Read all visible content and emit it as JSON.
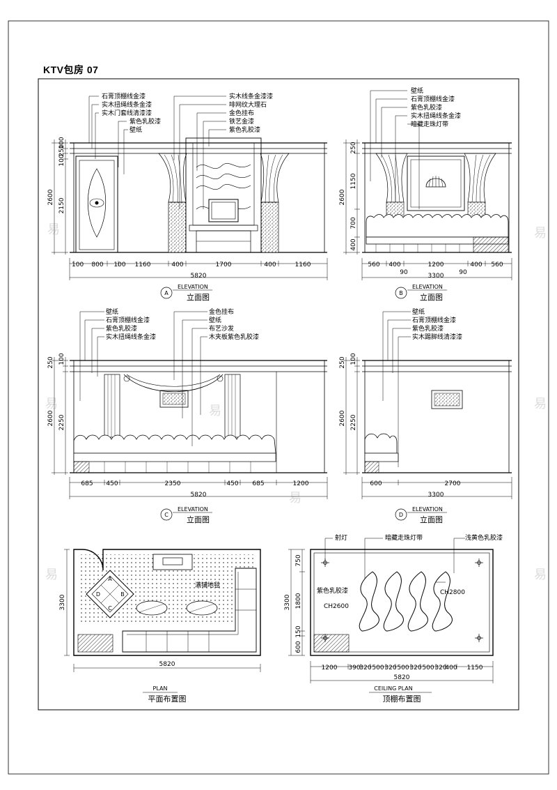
{
  "sheet_title": "KTV包房   07",
  "watermark": "易",
  "elevation_a": {
    "labels": [
      "石膏顶棚线金漆",
      "实木扭绳线条金漆",
      "实木门套线清漆漆",
      "紫色乳胶漆",
      "壁纸",
      "实木线条金漆漆",
      "啡网纹大理石",
      "金色挂布",
      "铁艺金漆",
      "紫色乳胶漆"
    ],
    "v_dims": [
      "100",
      "250",
      "100",
      "2600",
      "2150"
    ],
    "h_dims": [
      "100",
      "800",
      "100",
      "1160",
      "400",
      "1700",
      "400",
      "1160"
    ],
    "total": "5820",
    "marker": "A",
    "caption_en": "ELEVATION",
    "caption_cn": "立面图"
  },
  "elevation_b": {
    "labels": [
      "壁纸",
      "石膏顶棚线金漆",
      "紫色乳胶漆",
      "实木扭绳线条金漆",
      "暗藏走珠灯带"
    ],
    "v_dims": [
      "250",
      "1150",
      "2600",
      "700",
      "400"
    ],
    "h_dims": [
      "560",
      "400",
      "1200",
      "400",
      "560"
    ],
    "sub_dims": [
      "90",
      "90"
    ],
    "total": "3300",
    "marker": "B",
    "caption_en": "ELEVATION",
    "caption_cn": "立面图"
  },
  "elevation_c": {
    "labels_left": [
      "壁纸",
      "石膏顶棚线金漆",
      "紫色乳胶漆",
      "实木扭绳线条金漆"
    ],
    "labels_right": [
      "金色挂布",
      "壁纸",
      "布艺沙发",
      "木夹板紫色乳胶漆"
    ],
    "v_dims": [
      "250",
      "100",
      "2600",
      "2250"
    ],
    "h_dims": [
      "685",
      "450",
      "2350",
      "450",
      "685",
      "1200"
    ],
    "total": "5820",
    "marker": "C",
    "caption_en": "ELEVATION",
    "caption_cn": "立面图"
  },
  "elevation_d": {
    "labels": [
      "壁纸",
      "石膏顶棚线金漆",
      "紫色乳胶漆",
      "实木踢脚线清漆漆"
    ],
    "v_dims": [
      "250",
      "100",
      "2600",
      "2250"
    ],
    "h_dims": [
      "600",
      "2700"
    ],
    "total": "3300",
    "marker": "D",
    "caption_en": "ELEVATION",
    "caption_cn": "立面图"
  },
  "plan": {
    "carpet_label": "满铺地毯",
    "compass": [
      "A",
      "B",
      "C",
      "D"
    ],
    "v_dim": "3300",
    "total": "5820",
    "caption_en": "PLAN",
    "caption_cn": "平面布置图"
  },
  "ceiling_plan": {
    "labels": [
      "射灯",
      "暗藏走珠灯带",
      "浅黄色乳胶漆",
      "紫色乳胶漆"
    ],
    "heights": [
      "CH2600",
      "CH2800"
    ],
    "v_dims": [
      "750",
      "3300",
      "1800",
      "600",
      "150"
    ],
    "h_dims": [
      "1200",
      "390",
      "320",
      "500",
      "320",
      "500",
      "320",
      "500",
      "320",
      "400",
      "1150"
    ],
    "total": "5820",
    "caption_en": "CEILING PLAN",
    "caption_cn": "顶棚布置图"
  }
}
